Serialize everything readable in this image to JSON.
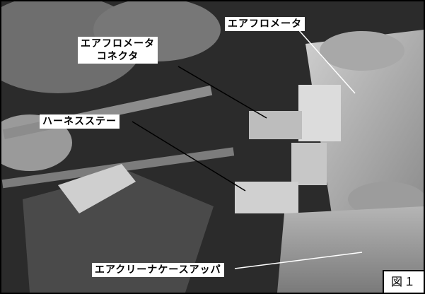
{
  "labels": {
    "airflow_meter": "エアフロメータ",
    "connector_line1": "エアフロメータ",
    "connector_line2": "コネクタ",
    "harness_stay": "ハーネスステー",
    "air_cleaner_case": "エアクリーナケースアッパ"
  },
  "figure_label": "図１",
  "colors": {
    "photo_dark": "#2a2a2a",
    "label_bg": "#ffffff",
    "line": "#ffffff"
  }
}
